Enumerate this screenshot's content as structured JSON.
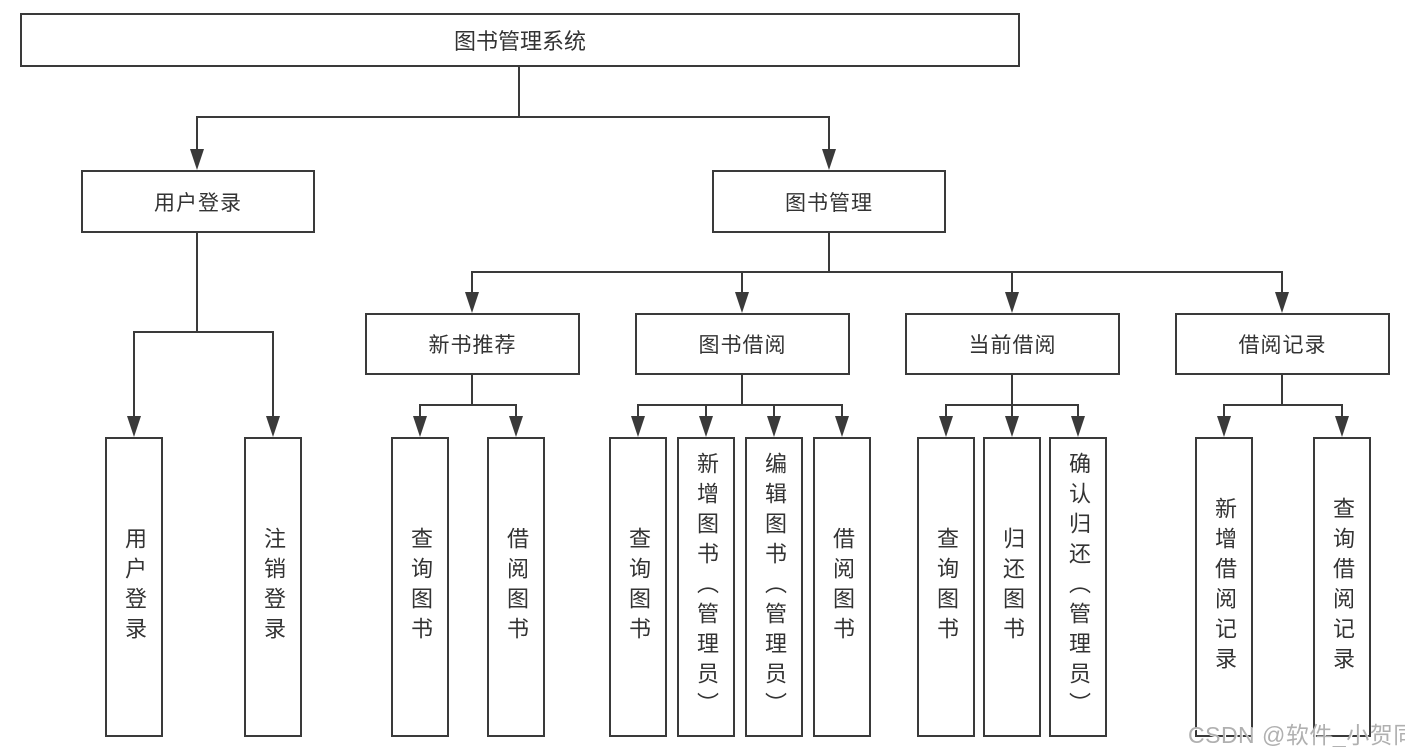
{
  "colors": {
    "line": "#3a3a3a",
    "text": "#333333",
    "background": "#ffffff",
    "watermark": "#b0b0b0"
  },
  "tree": {
    "root": "图书管理系统",
    "user_branch": {
      "label": "用户登录",
      "children": [
        "用户登录",
        "注销登录"
      ]
    },
    "book_branch": {
      "label": "图书管理",
      "groups": [
        {
          "label": "新书推荐",
          "children": [
            "查询图书",
            "借阅图书"
          ]
        },
        {
          "label": "图书借阅",
          "children": [
            "查询图书",
            "新增图书（管理员）",
            "编辑图书（管理员）",
            "借阅图书"
          ]
        },
        {
          "label": "当前借阅",
          "children": [
            "查询图书",
            "归还图书",
            "确认归还（管理员）"
          ]
        },
        {
          "label": "借阅记录",
          "children": [
            "新增借阅记录",
            "查询借阅记录"
          ]
        }
      ]
    }
  },
  "watermark": {
    "text": "CSDN @软件_小贺同学"
  }
}
